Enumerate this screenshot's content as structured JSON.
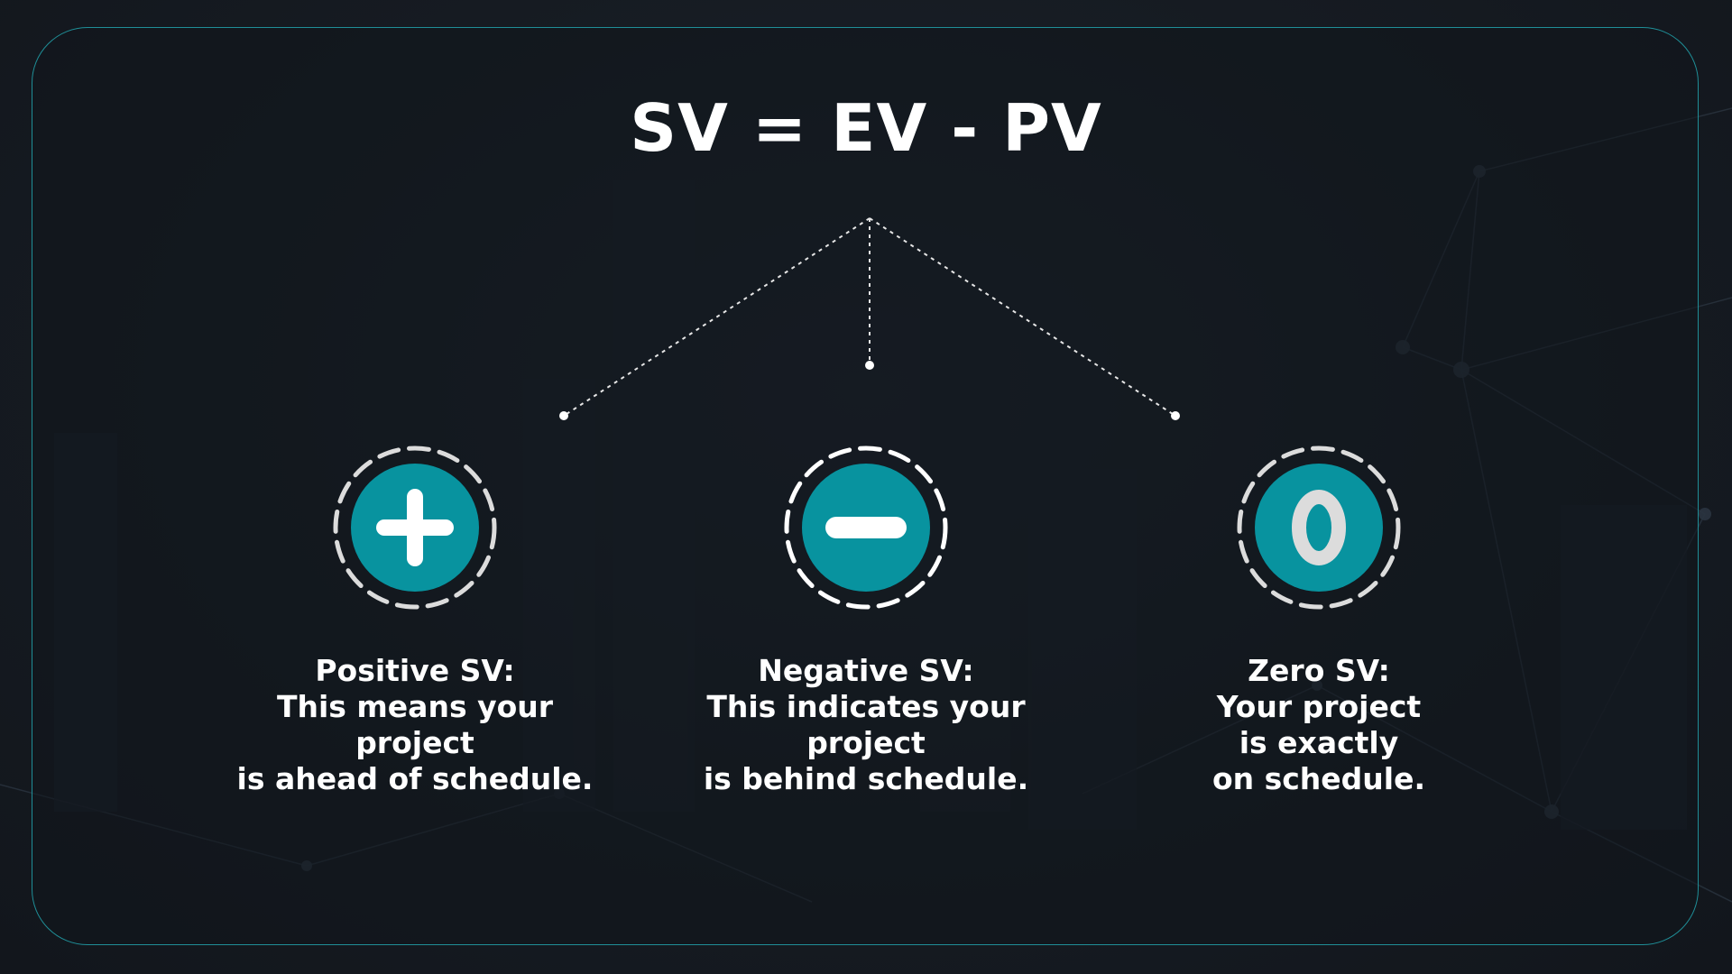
{
  "slide": {
    "formula": "SV = EV - PV",
    "colors": {
      "background": "#161b22",
      "frame_border": "#1f8e97",
      "badge_fill": "#08939f",
      "badge_ring": "#dcdcdc",
      "text": "#ffffff"
    },
    "items": [
      {
        "icon": "plus-icon",
        "title": "Positive SV:",
        "lines": [
          "This means your",
          "project",
          "is ahead of schedule."
        ]
      },
      {
        "icon": "minus-icon",
        "title": "Negative SV:",
        "lines": [
          "This indicates your",
          "project",
          "is behind schedule."
        ]
      },
      {
        "icon": "zero-icon",
        "title": "Zero SV:",
        "lines": [
          "Your project",
          "is exactly",
          "on schedule."
        ]
      }
    ]
  }
}
